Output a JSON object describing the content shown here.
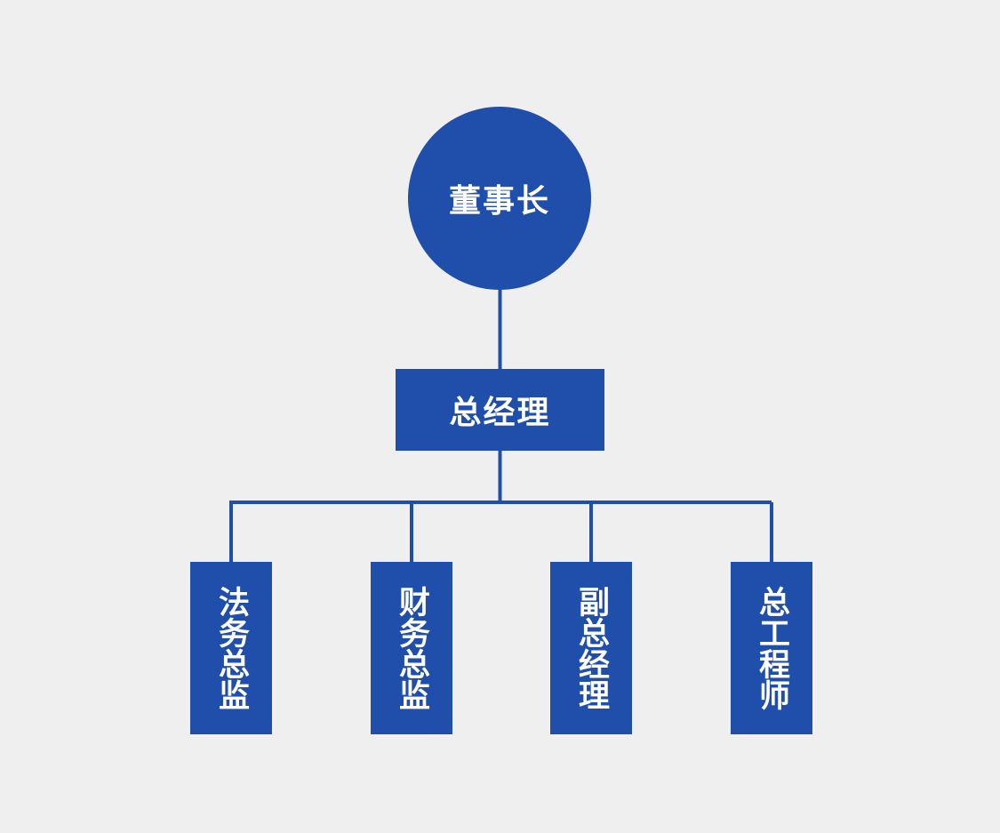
{
  "colors": {
    "background": "#efefef",
    "node_fill": "#1f4fab",
    "node_text": "#ffffff",
    "connector": "#1f4fab"
  },
  "org_chart": {
    "root": {
      "label": "董事长"
    },
    "general_manager": {
      "label": "总经理"
    },
    "departments": [
      {
        "label": "法务总监"
      },
      {
        "label": "财务总监"
      },
      {
        "label": "副总经理"
      },
      {
        "label": "总工程师"
      }
    ]
  }
}
